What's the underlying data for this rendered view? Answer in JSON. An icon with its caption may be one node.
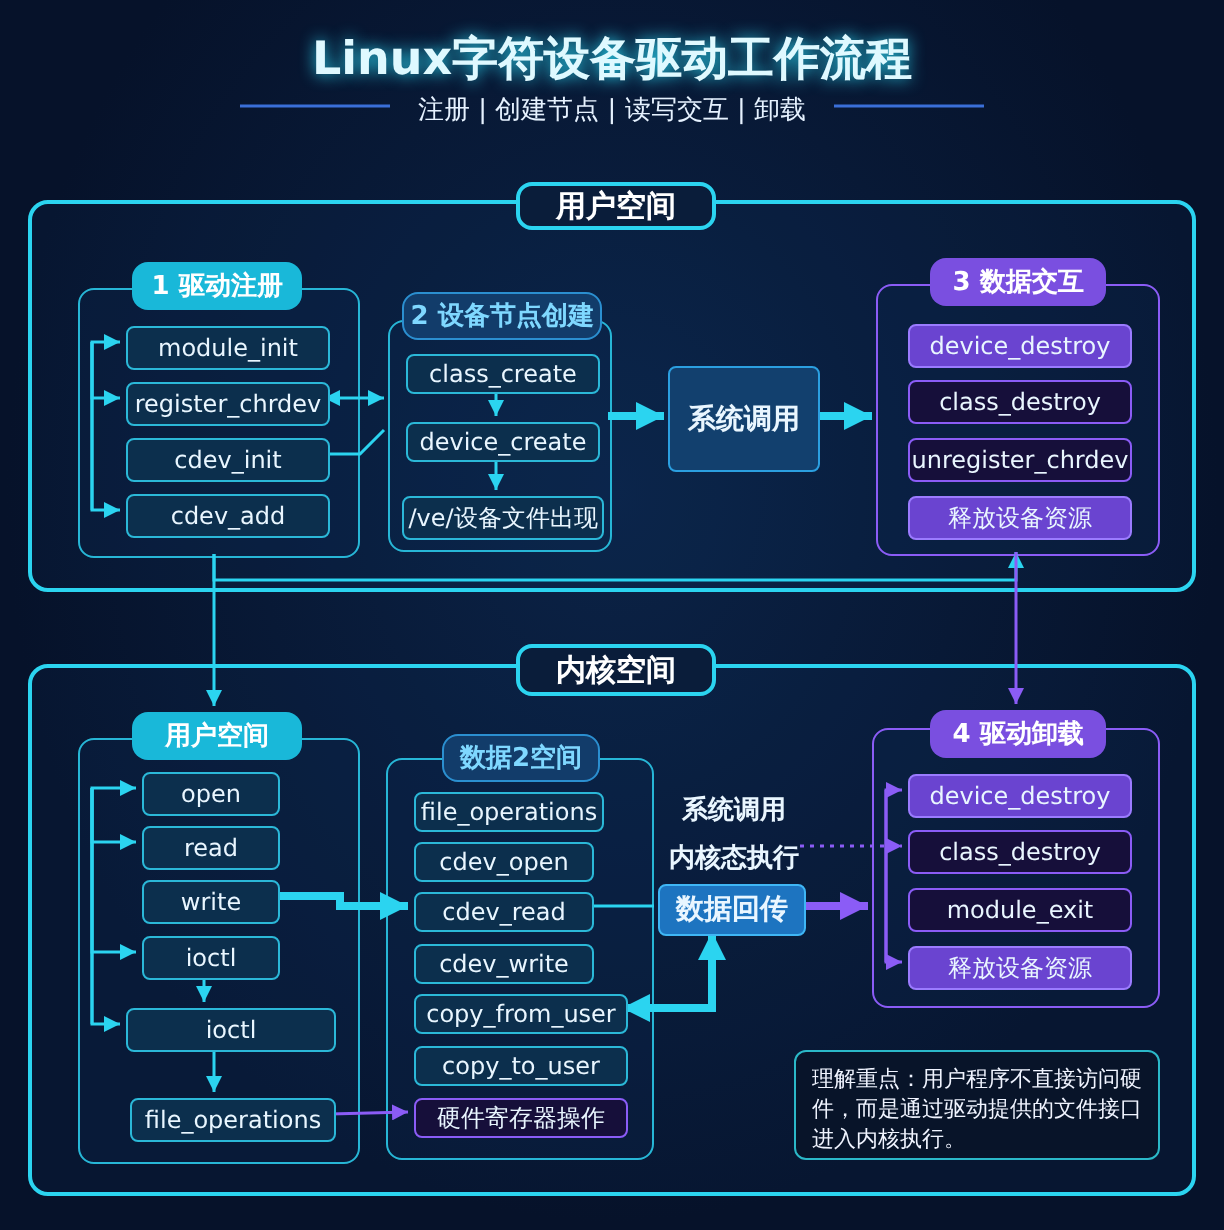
{
  "diagram": {
    "title": "Linux字符设备驱动工作流程",
    "nodes": [
      {
        "text": [
          "用户空间"
        ]
      },
      {
        "text": [
          "1 驱动注册"
        ],
        "in": 0
      },
      {
        "text": [
          "module_init"
        ],
        "in": 1
      },
      {
        "text": [
          "register_chrdev"
        ],
        "in": 1
      },
      {
        "text": [
          "cdev_init"
        ],
        "in": 1
      },
      {
        "text": [
          "cdev_add"
        ],
        "in": 1
      },
      {
        "text": [
          "2 设备节点创建"
        ],
        "in": 0
      },
      {
        "text": [
          "class_create"
        ],
        "in": 6
      },
      {
        "text": [
          "device_create"
        ],
        "in": 6
      },
      {
        "text": [
          "/ve/设备文件出现"
        ],
        "in": 6
      },
      {
        "text": [
          "系统调用"
        ],
        "in": 0
      },
      {
        "text": [
          "3 数据交互"
        ],
        "in": 0
      },
      {
        "text": [
          "device_destroy"
        ],
        "in": 11
      },
      {
        "text": [
          "class_destroy"
        ],
        "in": 11
      },
      {
        "text": [
          "unregister_chrdev"
        ],
        "in": 11
      },
      {
        "text": [
          "释放设备资源"
        ],
        "in": 11
      },
      {
        "text": [
          "内核空间"
        ]
      },
      {
        "text": [
          "用户空间"
        ],
        "in": 16
      },
      {
        "text": [
          "open"
        ],
        "in": 17
      },
      {
        "text": [
          "read"
        ],
        "in": 17
      },
      {
        "text": [
          "write"
        ],
        "in": 17
      },
      {
        "text": [
          "ioctl"
        ],
        "in": 17
      },
      {
        "text": [
          "ioctl"
        ],
        "in": 17
      },
      {
        "text": [
          "file_operations"
        ],
        "in": 17
      },
      {
        "text": [
          "数据2空间"
        ],
        "in": 16
      },
      {
        "text": [
          "file_operations"
        ],
        "in": 24
      },
      {
        "text": [
          "cdev_open"
        ],
        "in": 24
      },
      {
        "text": [
          "cdev_read"
        ],
        "in": 24
      },
      {
        "text": [
          "cdev_write"
        ],
        "in": 24
      },
      {
        "text": [
          "copy_from_user"
        ],
        "in": 24
      },
      {
        "text": [
          "copy_to_user"
        ],
        "in": 24
      },
      {
        "text": [
          "硬件寄存器操作"
        ],
        "in": 24
      },
      {
        "text": [
          "系统调用",
          "内核态执行"
        ],
        "in": 16
      },
      {
        "text": [
          "数据回传"
        ],
        "in": 16
      },
      {
        "text": [
          "4 驱动卸载"
        ],
        "in": 16
      },
      {
        "text": [
          "device_destroy"
        ],
        "in": 34
      },
      {
        "text": [
          "class_destroy"
        ],
        "in": 34
      },
      {
        "text": [
          "module_exit"
        ],
        "in": 34
      },
      {
        "text": [
          "释放设备资源"
        ],
        "in": 34
      },
      {
        "text": [
          "理解重点：用户程序不直接访问硬件，而是通过驱动提供的文件接口进入内核执行。"
        ],
        "in": 16
      }
    ],
    "edges": [
      {
        "from": null,
        "to": 2,
        "arrow": "to"
      },
      {
        "from": null,
        "to": 3,
        "arrow": "to"
      },
      {
        "from": null,
        "to": 5,
        "arrow": "to"
      },
      {
        "from": 3,
        "to": 6,
        "arrow": "both"
      },
      {
        "from": 4,
        "to": 6,
        "arrow": "none"
      },
      {
        "from": 7,
        "to": 8,
        "arrow": "to"
      },
      {
        "from": 8,
        "to": 9,
        "arrow": "to"
      },
      {
        "from": 6,
        "to": 10,
        "arrow": "to",
        "style": "thick"
      },
      {
        "from": 10,
        "to": 11,
        "arrow": "to",
        "style": "thick"
      },
      {
        "from": 1,
        "to": 17,
        "arrow": "to"
      },
      {
        "from": 1,
        "to": 11,
        "arrow": "to"
      },
      {
        "from": 11,
        "to": 34,
        "arrow": "to",
        "color": "#8b5cf6"
      },
      {
        "from": null,
        "to": 18,
        "arrow": "to"
      },
      {
        "from": null,
        "to": 19,
        "arrow": "to"
      },
      {
        "from": null,
        "to": 21,
        "arrow": "to"
      },
      {
        "from": null,
        "to": 22,
        "arrow": "to"
      },
      {
        "from": 21,
        "to": 22,
        "arrow": "to"
      },
      {
        "from": 22,
        "to": 23,
        "arrow": "to"
      },
      {
        "from": 20,
        "to": 27,
        "arrow": "to",
        "style": "thick"
      },
      {
        "from": 23,
        "to": 31,
        "arrow": "to",
        "color": "#8b5cf6"
      },
      {
        "from": 27,
        "to": 33,
        "arrow": "none"
      },
      {
        "from": 29,
        "to": 33,
        "arrow": "both",
        "style": "thick"
      },
      {
        "from": 33,
        "to": 34,
        "arrow": "to",
        "style": "thick",
        "color": "#8b5cf6"
      },
      {
        "from": 32,
        "to": 36,
        "arrow": "to",
        "style": "dashed",
        "color": "#8b5cf6"
      },
      {
        "from": null,
        "to": 35,
        "arrow": "to",
        "color": "#8b5cf6"
      },
      {
        "from": null,
        "to": 38,
        "arrow": "to",
        "color": "#8b5cf6"
      }
    ],
    "labels": [
      "注册 | 创建节点 | 读写交互 | 卸载"
    ]
  }
}
